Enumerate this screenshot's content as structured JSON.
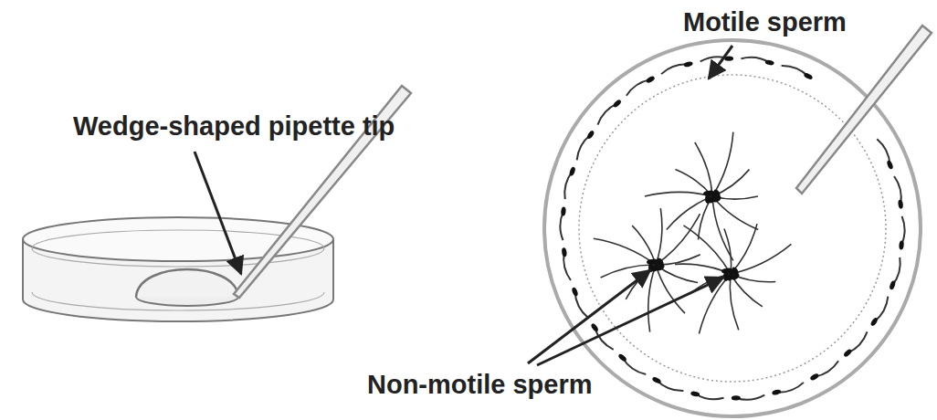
{
  "diagram": {
    "labels": [
      "Wedge-shaped pipette tip",
      "Motile sperm",
      "Non-motile sperm"
    ]
  }
}
